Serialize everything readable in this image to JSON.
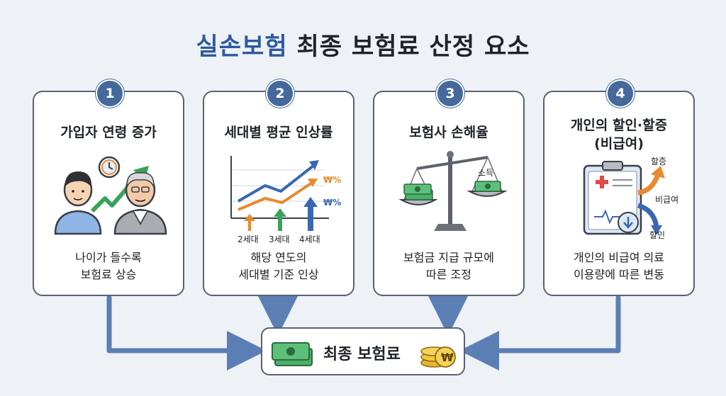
{
  "title": {
    "highlight": "실손보험",
    "rest": "최종 보험료 산정 요소"
  },
  "cards": [
    {
      "number": "1",
      "title": "가입자 연령 증가",
      "desc": [
        "나이가 들수록",
        "보험료 상승"
      ]
    },
    {
      "number": "2",
      "title": "세대별 평균 인상률",
      "desc": [
        "해당 연도의",
        "세대별 기준 인상"
      ],
      "chart_labels": {
        "pct_top": "₩%",
        "pct_bottom": "₩%",
        "gen2": "2세대",
        "gen3": "3세대",
        "gen4": "4세대"
      }
    },
    {
      "number": "3",
      "title": "보험사 손해율",
      "desc": [
        "보험금 지급 규모에",
        "따른 조정"
      ],
      "scale_label": "소득"
    },
    {
      "number": "4",
      "title": "개인의 할인·할증",
      "subtitle": "(비급여)",
      "desc": [
        "개인의 비급여 의료",
        "이용량에 따른 변동"
      ],
      "arrows": {
        "up": "할증",
        "mid": "비급여",
        "down": "할인"
      }
    }
  ],
  "final": {
    "label": "최종 보험료",
    "coin_symbol": "₩"
  },
  "colors": {
    "accent": "#2c5aa0",
    "badge": "#45699a",
    "connector": "#5b7fb5",
    "green": "#3aa35a",
    "orange": "#e88a2e"
  }
}
